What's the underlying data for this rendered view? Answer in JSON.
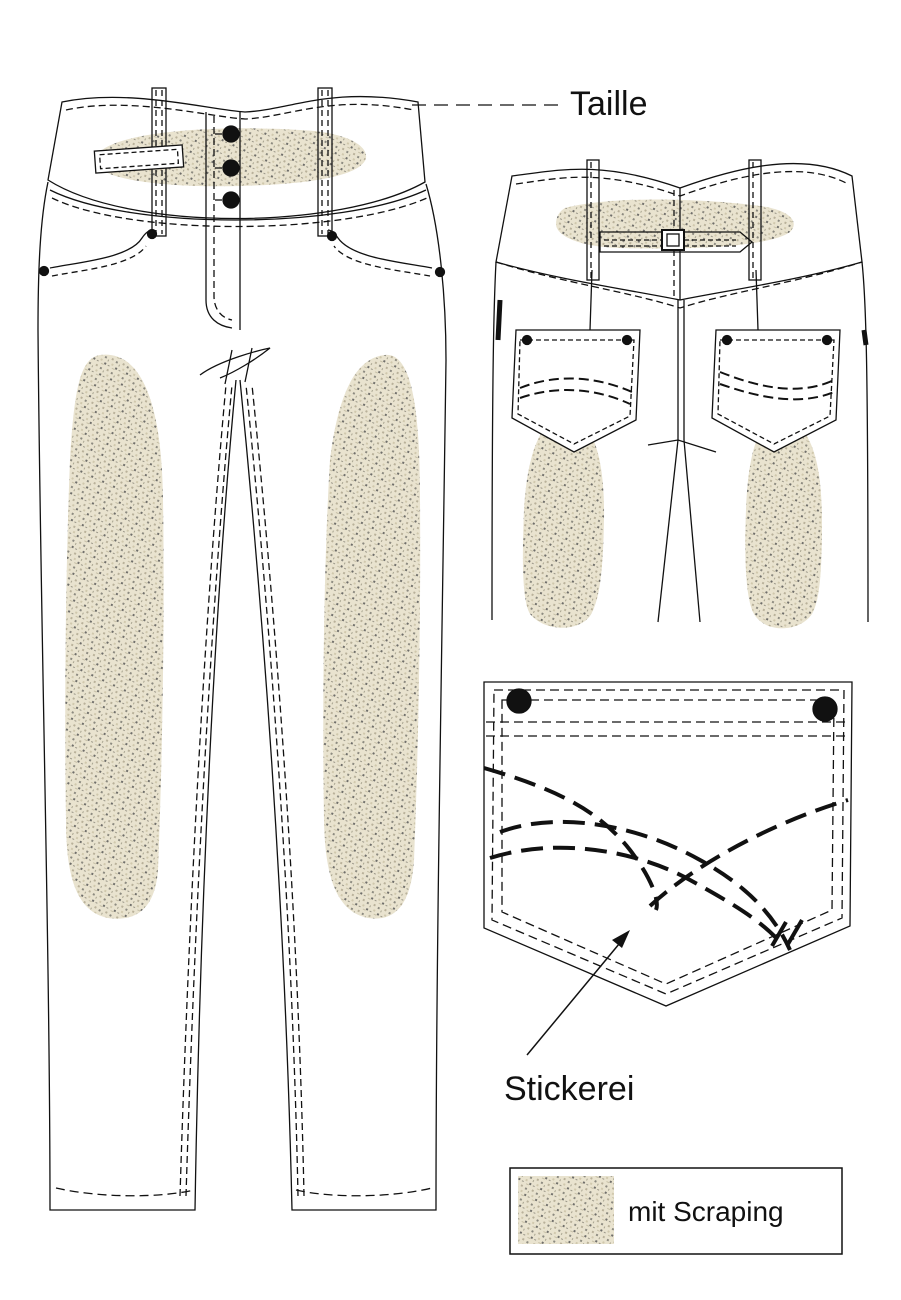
{
  "labels": {
    "waist": "Taille",
    "embroidery": "Stickerei"
  },
  "legend": {
    "text": "mit Scraping"
  }
}
